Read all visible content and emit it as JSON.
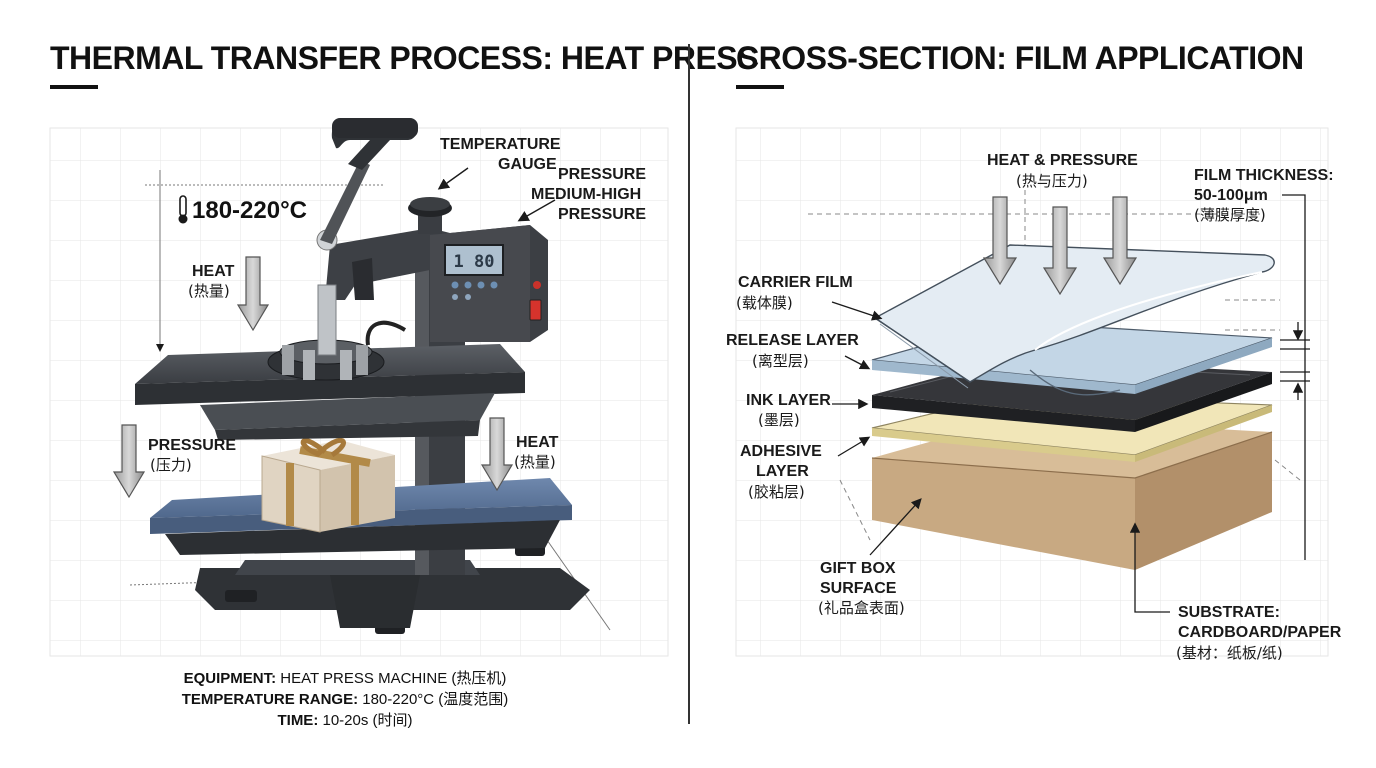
{
  "left": {
    "title": "THERMAL TRANSFER PROCESS: HEAT PRESS",
    "temperature": "180-220°C",
    "labels": {
      "temperature_gauge_1": "TEMPERATURE",
      "temperature_gauge_2": "GAUGE",
      "pressure_top_1": "PRESSURE",
      "pressure_top_2": "MEDIUM-HIGH",
      "pressure_top_3": "PRESSURE",
      "heat_top": "HEAT",
      "heat_top_cn": "(热量)",
      "pressure_left": "PRESSURE",
      "pressure_left_cn": "(压力)",
      "heat_right": "HEAT",
      "heat_right_cn": "(热量)"
    },
    "display_reading": "1 80",
    "footer": [
      {
        "key": "EQUIPMENT:",
        "value": "HEAT PRESS MACHINE (热压机)"
      },
      {
        "key": "TEMPERATURE RANGE:",
        "value": "180-220°C (温度范围)"
      },
      {
        "key": "TIME:",
        "value": "10-20s (时间)"
      }
    ]
  },
  "right": {
    "title": "CROSS-SECTION: FILM APPLICATION",
    "labels": {
      "heat_pressure": "HEAT & PRESSURE",
      "heat_pressure_cn": "(热与压力)",
      "film_thickness": "FILM THICKNESS:",
      "film_thickness_value": "50-100μm",
      "film_thickness_cn": "(薄膜厚度)",
      "carrier_film": "CARRIER FILM",
      "carrier_film_cn": "(载体膜)",
      "release_layer": "RELEASE LAYER",
      "release_layer_cn": "(离型层)",
      "ink_layer": "INK LAYER",
      "ink_layer_cn": "(墨层)",
      "adhesive_1": "ADHESIVE",
      "adhesive_2": "LAYER",
      "adhesive_cn": "(胶粘层)",
      "gift_box_1": "GIFT BOX",
      "gift_box_2": "SURFACE",
      "gift_box_cn": "(礼品盒表面)",
      "substrate_1": "SUBSTRATE:",
      "substrate_2": "CARDBOARD/PAPER",
      "substrate_cn": "(基材：纸板/纸)"
    }
  },
  "colors": {
    "machine_dark": "#3a3d42",
    "platen_blue": "#5a7398",
    "carrier_film": "#dde6ee",
    "release_layer": "#b9cfe0",
    "ink_layer": "#2e2f33",
    "adhesive_layer": "#efe3b0",
    "substrate": "#c9ab86",
    "grid": "#e6e6e6"
  }
}
